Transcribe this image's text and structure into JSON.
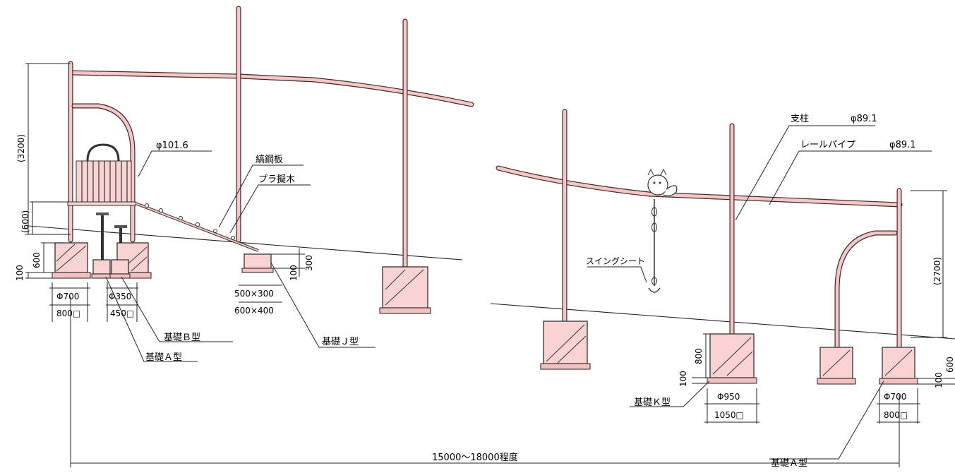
{
  "labels": {
    "pipe_dia_slide": "φ101.6",
    "steel_plate": "縞鋼板",
    "plastic_wood": "プラ擬木",
    "post": "支柱",
    "post_dia": "φ89.1",
    "rail_pipe": "レールパイプ",
    "rail_pipe_dia": "φ89.1",
    "swing_seat": "スイングシート",
    "base_a": "基礎Ａ型",
    "base_b": "基礎Ｂ型",
    "base_j": "基礎Ｊ型",
    "base_k": "基礎Ｋ型",
    "base_a_right": "基礎Ａ型"
  },
  "dimensions": {
    "height_total": "(3200)",
    "platform_height": "(600)",
    "footing_a_depth": "600",
    "footing_a_gravel": "100",
    "footing_a_dia": "Φ700",
    "footing_a_square": "800□",
    "footing_b_dia": "Φ350",
    "footing_b_square": "450□",
    "footing_j_depth": "300",
    "footing_j_gravel": "100",
    "footing_j_size1": "500×300",
    "footing_j_size2": "600×400",
    "height_right": "(2700)",
    "footing_k_depth": "800",
    "footing_k_gravel": "100",
    "footing_k_dia": "Φ950",
    "footing_k_square": "1050□",
    "footing_a2_depth": "600",
    "footing_a2_gravel": "100",
    "footing_a2_dia": "Φ700",
    "footing_a2_square": "800□",
    "overall_length": "15000〜18000程度"
  },
  "colors": {
    "pipe_fill": "#f7c7c7",
    "footing_fill": "#f9d3d3",
    "line": "#222222"
  }
}
